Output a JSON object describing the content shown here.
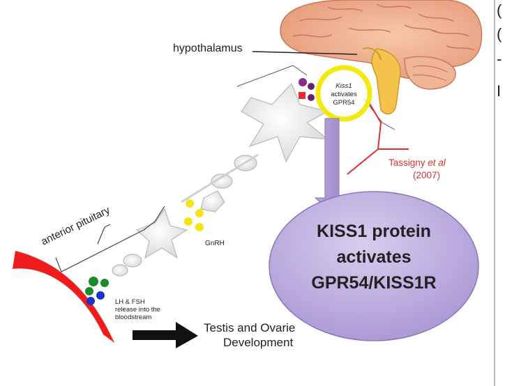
{
  "labels": {
    "hypothalamus": "hypothalamus",
    "kiss1_italic": "Kiss1",
    "activates": "activates",
    "gpr54": "GPR54",
    "tassigny_name": "Tassigny ",
    "tassigny_etal": "et al",
    "tassigny_year": "(2007)",
    "anterior_pituitary": "anterior pituitary",
    "gnrh": "GnRH",
    "lh_fsh_1": "LH & FSH",
    "lh_fsh_2": "release into the",
    "lh_fsh_3": "bloodstream",
    "testis_line1": "Testis and Ovarie",
    "testis_line2": "Development"
  },
  "callout": {
    "line1": "KISS1 protein",
    "line2": "activates",
    "line3": "GPR54/KISS1R"
  },
  "colors": {
    "highlight_ring": "#f2ea0a",
    "callout_fill": "#b9a6dc",
    "arrow_fill": "#a893cf",
    "blood_vessel": "#ee1c1c",
    "tassigny_red": "#d8312e",
    "brain_pink": "#eaa68a",
    "brainstem_yellow": "#f6c64a"
  },
  "edge_glyphs": [
    "(",
    "(",
    "-",
    "I"
  ]
}
